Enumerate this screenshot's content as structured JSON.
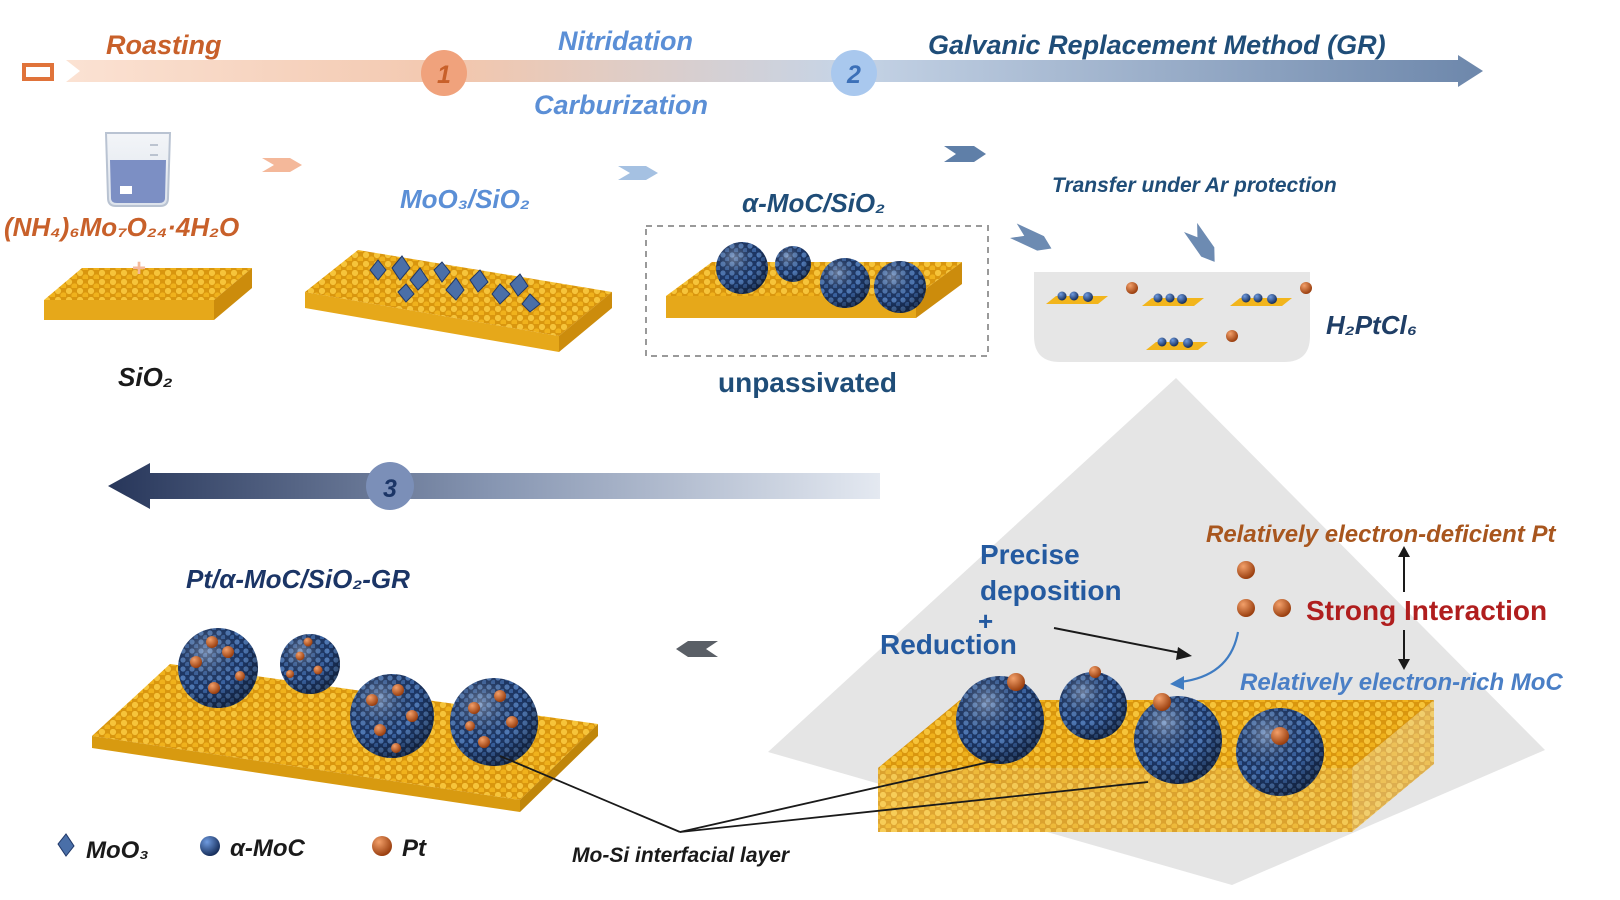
{
  "process": {
    "step1_label": "Roasting",
    "step1_number": "1",
    "step2_label_a": "Nitridation",
    "step2_label_b": "Carburization",
    "step2_number": "2",
    "step3_label": "Galvanic Replacement Method (GR)",
    "step3_number": "3"
  },
  "stages": {
    "precursor": "(NH₄)₆Mo₇O₂₄·4H₂O",
    "plus": "+",
    "support": "SiO₂",
    "oxide": "MoO₃/SiO₂",
    "carbide": "α-MoC/SiO₂",
    "carbide_state": "unpassivated",
    "transfer": "Transfer under Ar protection",
    "solution": "H₂PtCl₆",
    "product": "Pt/α-MoC/SiO₂-GR"
  },
  "mechanism": {
    "precise": "Precise",
    "deposition": "deposition",
    "plus": "+",
    "reduction": "Reduction",
    "deficient": "Relatively electron-deficient Pt",
    "interaction": "Strong Interaction",
    "rich": "Relatively electron-rich MoC",
    "interface": "Mo-Si interfacial layer"
  },
  "legend": {
    "moo3": "MoO₃",
    "moc": "α-MoC",
    "pt": "Pt"
  },
  "colors": {
    "roasting": "#c8602a",
    "process_blue": "#5b8fd6",
    "gr_dark": "#1f4d78",
    "navy": "#1b3566",
    "interaction_red": "#b01e1e",
    "deficient": "#a8561e",
    "rich_blue": "#4a7fc6",
    "silica": "#f2b51c",
    "moc": "#27457a",
    "pt": "#c15a1c"
  }
}
